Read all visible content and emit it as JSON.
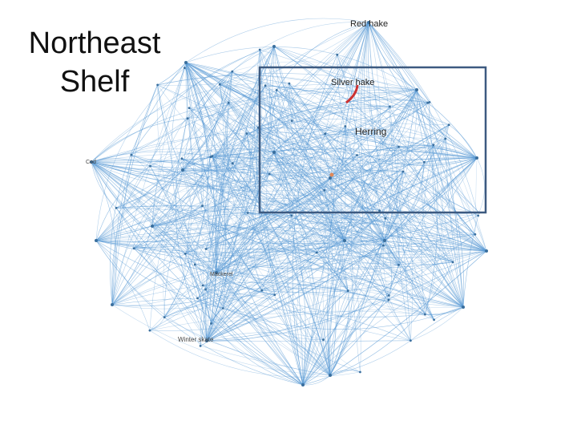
{
  "slide": {
    "title_line1": "Northeast",
    "title_line2": "Shelf"
  },
  "graph": {
    "edge_color": "#5b9bd5",
    "node_color": "#3a6f9e",
    "highlight_box_color": "#3d5a80",
    "link_highlight_color": "#cc3333",
    "nodes": [
      {
        "id": "red-hake",
        "label": "Red hake"
      },
      {
        "id": "silver-hake",
        "label": "Silver hake"
      },
      {
        "id": "herring",
        "label": "Herring"
      },
      {
        "id": "mackerel",
        "label": "Mackerel"
      },
      {
        "id": "cod",
        "label": "Cod"
      },
      {
        "id": "winter-skate",
        "label": "Winter skate"
      }
    ]
  }
}
